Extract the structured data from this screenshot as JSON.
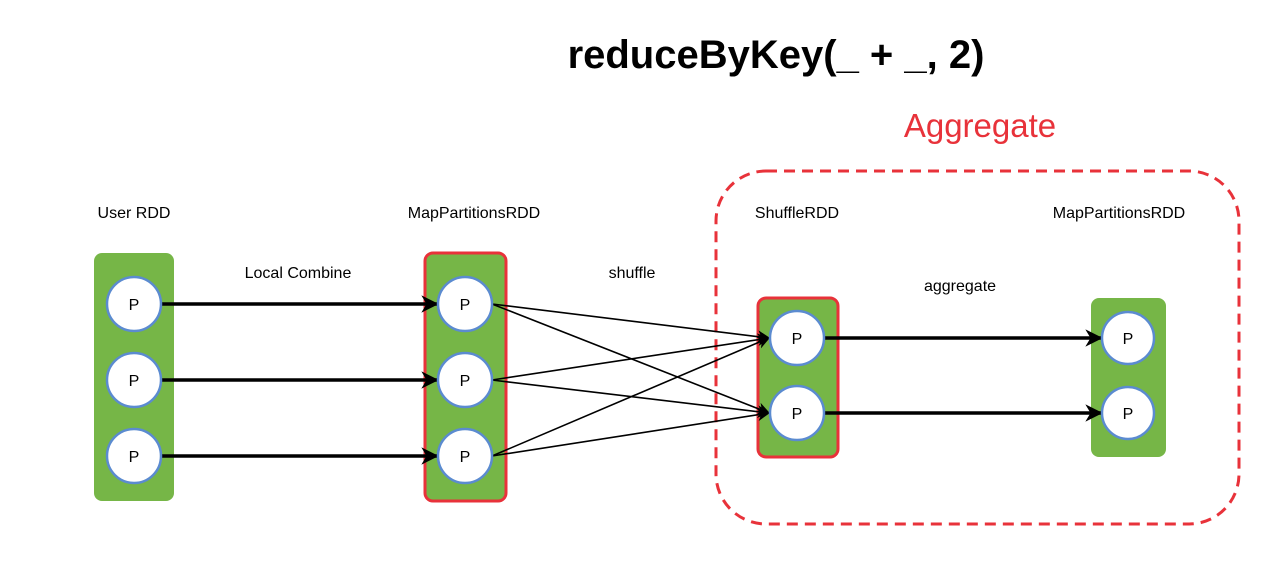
{
  "title": "reduceByKey(_ + _, 2)",
  "aggregate_group": {
    "label": "Aggregate",
    "color": "#e8323a"
  },
  "colors": {
    "rdd_fill": "#76b647",
    "highlight_border": "#e8323a",
    "partition_stroke": "#5b8bd0",
    "arrow": "#000000"
  },
  "rdds": [
    {
      "label": "User RDD",
      "highlighted": false,
      "partitions": [
        "P",
        "P",
        "P"
      ]
    },
    {
      "label": "MapPartitionsRDD",
      "highlighted": true,
      "partitions": [
        "P",
        "P",
        "P"
      ]
    },
    {
      "label": "ShuffleRDD",
      "highlighted": true,
      "partitions": [
        "P",
        "P"
      ]
    },
    {
      "label": "MapPartitionsRDD",
      "highlighted": false,
      "partitions": [
        "P",
        "P"
      ]
    }
  ],
  "edges": [
    {
      "label": "Local Combine"
    },
    {
      "label": "shuffle"
    },
    {
      "label": "aggregate"
    }
  ]
}
